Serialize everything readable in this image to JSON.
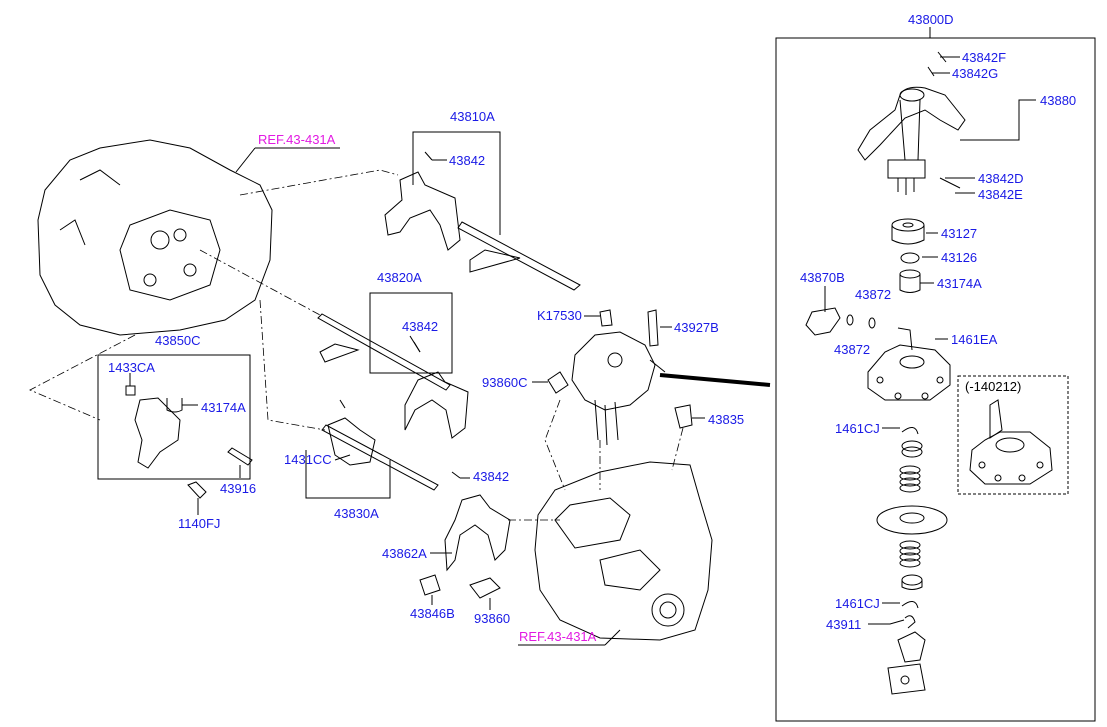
{
  "colors": {
    "part_label": "#1a1ae6",
    "ref_label": "#e21ae2",
    "line": "#000000"
  },
  "labels": {
    "p43800D": "43800D",
    "p43842F": "43842F",
    "p43842G": "43842G",
    "p43880": "43880",
    "p43842D": "43842D",
    "p43842E": "43842E",
    "p43127": "43127",
    "p43126": "43126",
    "p43870B": "43870B",
    "p43872a": "43872",
    "p43174A_r": "43174A",
    "p43872b": "43872",
    "p1461EA": "1461EA",
    "variant": "(-140212)",
    "p1461CJa": "1461CJ",
    "p1461CJb": "1461CJ",
    "p43911": "43911",
    "ref_top": "REF.43-431A",
    "ref_bottom": "REF.43-431A",
    "p43810A": "43810A",
    "p43842_1": "43842",
    "p43820A": "43820A",
    "p43842_2": "43842",
    "p43850C": "43850C",
    "p1433CA": "1433CA",
    "p43174A_l": "43174A",
    "p43916": "43916",
    "p1140FJ": "1140FJ",
    "p1431CC": "1431CC",
    "p43842_3": "43842",
    "p43830A": "43830A",
    "p43862A": "43862A",
    "p43846B": "43846B",
    "p93860": "93860",
    "pK17530": "K17530",
    "p43927B": "43927B",
    "p93860C": "93860C",
    "p43835": "43835"
  }
}
